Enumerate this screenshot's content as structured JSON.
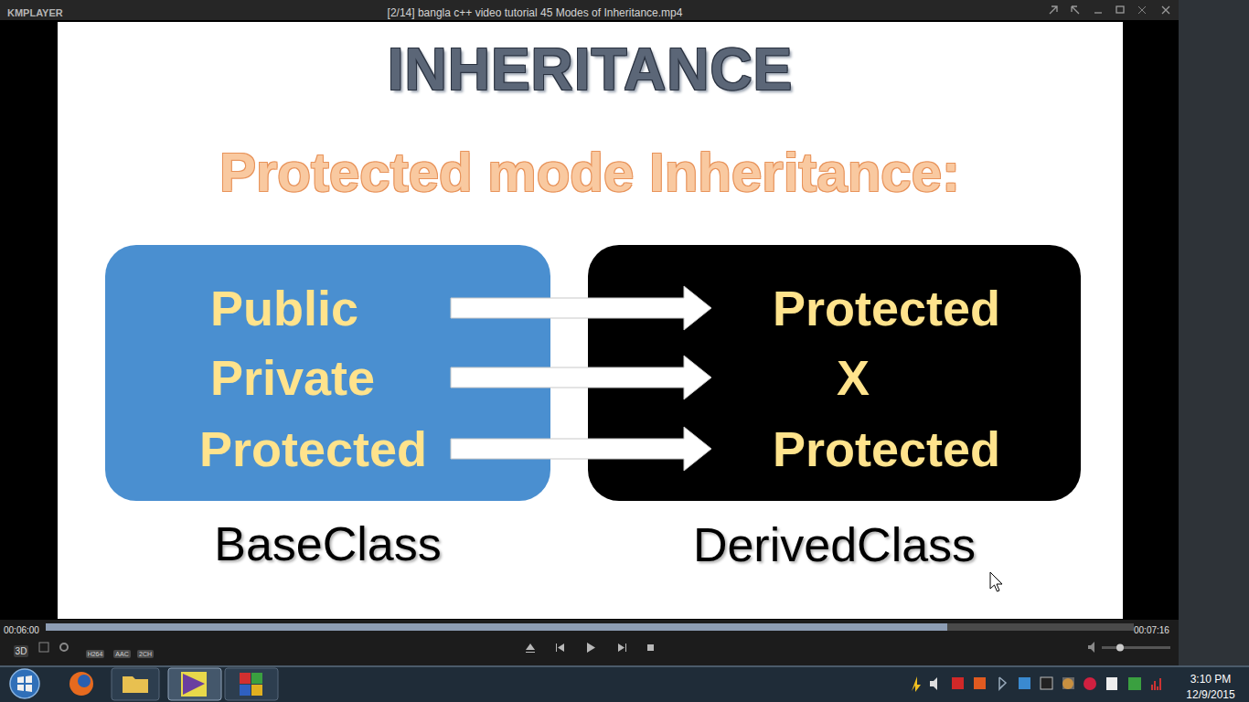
{
  "diagram": {
    "title": "INHERITANCE",
    "nodes": [
      {
        "text": [
          "BaseClass"
        ]
      },
      {
        "text": [
          "Public"
        ],
        "in": 0
      },
      {
        "text": [
          "Private"
        ],
        "in": 0
      },
      {
        "text": [
          "Protected"
        ],
        "in": 0
      },
      {
        "text": [
          "DerivedClass"
        ]
      },
      {
        "text": [
          "Protected"
        ],
        "in": 4
      },
      {
        "text": [
          "X"
        ],
        "in": 4
      },
      {
        "text": [
          "Protected"
        ],
        "in": 4
      }
    ],
    "edges": [
      {
        "from": 1,
        "to": 5,
        "arrow": "to"
      },
      {
        "from": 2,
        "to": 6,
        "arrow": "to"
      },
      {
        "from": 3,
        "to": 7,
        "arrow": "to"
      }
    ],
    "labels": [
      "KMPLAYER",
      "[2/14] bangla c++ video tutorial 45 Modes of Inheritance.mp4",
      "Protected mode Inheritance:",
      "00:06:00",
      "00:07:16",
      "3D",
      "H264",
      "AAC",
      "2CH",
      "3:10 PM",
      "12/9/2015"
    ]
  }
}
